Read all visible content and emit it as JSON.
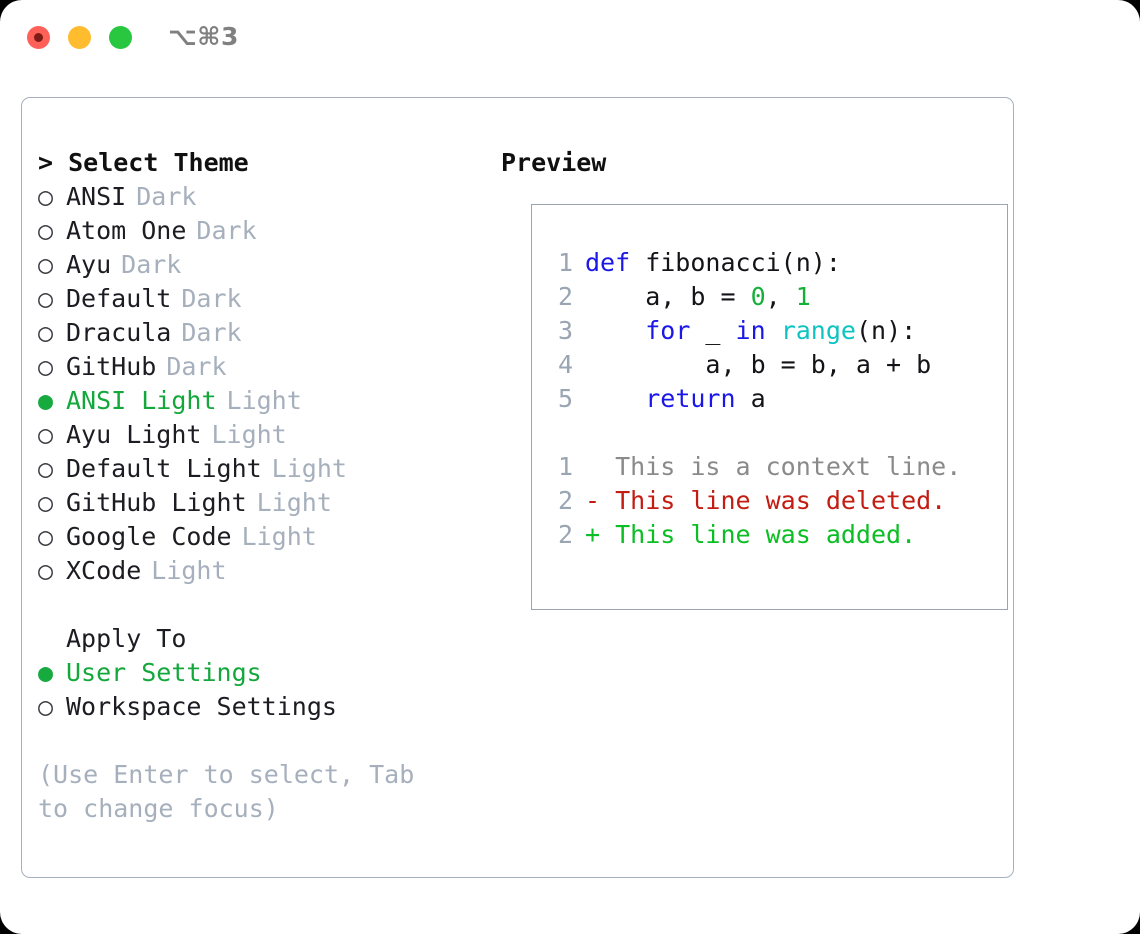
{
  "window": {
    "title": "⌥⌘3",
    "traffic_lights": [
      "close",
      "minimize",
      "maximize"
    ]
  },
  "theme_panel": {
    "header": "> Select Theme",
    "themes": [
      {
        "bullet": "○",
        "name": "ANSI",
        "kind": "Dark",
        "selected": false
      },
      {
        "bullet": "○",
        "name": "Atom One",
        "kind": "Dark",
        "selected": false
      },
      {
        "bullet": "○",
        "name": "Ayu",
        "kind": "Dark",
        "selected": false
      },
      {
        "bullet": "○",
        "name": "Default",
        "kind": "Dark",
        "selected": false
      },
      {
        "bullet": "○",
        "name": "Dracula",
        "kind": "Dark",
        "selected": false
      },
      {
        "bullet": "○",
        "name": "GitHub",
        "kind": "Dark",
        "selected": false
      },
      {
        "bullet": "●",
        "name": "ANSI Light",
        "kind": "Light",
        "selected": true
      },
      {
        "bullet": "○",
        "name": "Ayu Light",
        "kind": "Light",
        "selected": false
      },
      {
        "bullet": "○",
        "name": "Default Light",
        "kind": "Light",
        "selected": false
      },
      {
        "bullet": "○",
        "name": "GitHub Light",
        "kind": "Light",
        "selected": false
      },
      {
        "bullet": "○",
        "name": "Google Code",
        "kind": "Light",
        "selected": false
      },
      {
        "bullet": "○",
        "name": "XCode",
        "kind": "Light",
        "selected": false
      }
    ],
    "apply_to": {
      "header": "Apply To",
      "options": [
        {
          "bullet": "●",
          "name": "User Settings",
          "selected": true
        },
        {
          "bullet": "○",
          "name": "Workspace Settings",
          "selected": false
        }
      ]
    },
    "hint": "(Use Enter to select, Tab to change focus)"
  },
  "preview": {
    "header": "Preview",
    "code_lines": [
      {
        "num": "1",
        "tokens": [
          {
            "t": "def",
            "c": "kw"
          },
          {
            "t": " fibonacci(n):",
            "c": "plain"
          }
        ]
      },
      {
        "num": "2",
        "tokens": [
          {
            "t": "    a, b = ",
            "c": "plain"
          },
          {
            "t": "0",
            "c": "num"
          },
          {
            "t": ", ",
            "c": "plain"
          },
          {
            "t": "1",
            "c": "num"
          }
        ]
      },
      {
        "num": "3",
        "tokens": [
          {
            "t": "    ",
            "c": "plain"
          },
          {
            "t": "for",
            "c": "kw"
          },
          {
            "t": " _ ",
            "c": "plain"
          },
          {
            "t": "in",
            "c": "kw"
          },
          {
            "t": " ",
            "c": "plain"
          },
          {
            "t": "range",
            "c": "fn"
          },
          {
            "t": "(n):",
            "c": "plain"
          }
        ]
      },
      {
        "num": "4",
        "tokens": [
          {
            "t": "        a, b = b, a + b",
            "c": "plain"
          }
        ]
      },
      {
        "num": "5",
        "tokens": [
          {
            "t": "    ",
            "c": "plain"
          },
          {
            "t": "return",
            "c": "kw"
          },
          {
            "t": " a",
            "c": "plain"
          }
        ]
      }
    ],
    "diff_lines": [
      {
        "num": "1",
        "marker": "  ",
        "text": "This is a context line.",
        "c": "ctx"
      },
      {
        "num": "2",
        "marker": "- ",
        "text": "This line was deleted.",
        "c": "del"
      },
      {
        "num": "2",
        "marker": "+ ",
        "text": "This line was added.",
        "c": "add"
      }
    ]
  },
  "colors": {
    "accent_green": "#14a83c",
    "muted": "#a6b0bd",
    "keyword": "#1a17e8",
    "function": "#0fc3c3",
    "number": "#15b03a",
    "deleted": "#c31c12",
    "added": "#0bbe24",
    "border": "#a7b0bd"
  }
}
